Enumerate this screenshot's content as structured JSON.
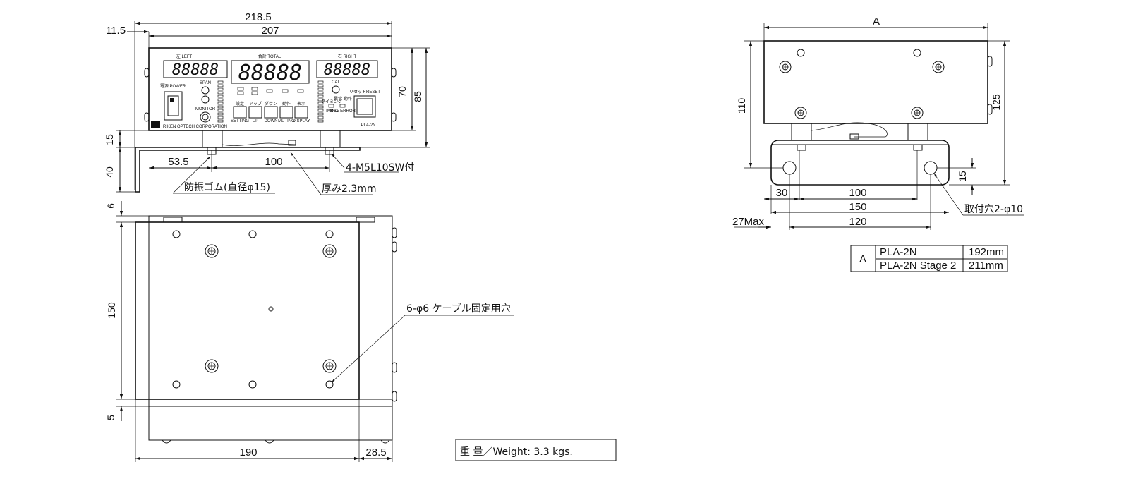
{
  "front_view": {
    "dims": {
      "overall_width": "218.5",
      "body_width": "207",
      "left_offset": "11.5",
      "height_70": "70",
      "height_85": "85",
      "foot_15": "15",
      "bracket_40": "40",
      "offset_53_5": "53.5",
      "spacing_100": "100"
    },
    "callouts": {
      "screws": "4-M5L10SW付",
      "rubber": "防振ゴム(直径φ15)",
      "thickness": "厚み2.3mm"
    },
    "panel": {
      "left_header": "左 LEFT",
      "total_header": "合計 TOTAL",
      "right_header": "右 RIGHT",
      "left_display": "88888",
      "total_display": "88888",
      "right_display": "88888",
      "power": "電源 POWER",
      "span": "SPAN",
      "monitor": "MONITOR",
      "cal": "CAL",
      "reset": "リセットRESET",
      "model": "PLA-2N",
      "brand": "RIKEN OPTECH CORPORATION",
      "timing": "タイミング",
      "timing_en": "TIMING",
      "error": "異常 動作",
      "error_en": "REE ERROR",
      "buttons": [
        {
          "jp": "設定",
          "en": "SETTING"
        },
        {
          "jp": "アップ",
          "en": "UP"
        },
        {
          "jp": "ダウン",
          "en": "DOWN"
        },
        {
          "jp": "動作",
          "en": "MUTING"
        },
        {
          "jp": "表示",
          "en": "DISPLAY"
        }
      ]
    }
  },
  "top_view": {
    "dims": {
      "depth_150": "150",
      "top_6": "6",
      "bottom_5": "5",
      "width_190": "190",
      "side_28_5": "28.5"
    },
    "callout": "6-φ6 ケーブル固定用穴"
  },
  "weight": "重 量／Weight: 3.3 kgs.",
  "side_view": {
    "dims": {
      "a": "A",
      "h110": "110",
      "h125": "125",
      "v15": "15",
      "d30": "30",
      "d100": "100",
      "d150": "150",
      "d120": "120",
      "max27": "27Max"
    },
    "callout": "取付穴2-φ10"
  },
  "table": {
    "header": "A",
    "rows": [
      {
        "model": "PLA-2N",
        "value": "192mm"
      },
      {
        "model": "PLA-2N Stage 2",
        "value": "211mm"
      }
    ]
  }
}
